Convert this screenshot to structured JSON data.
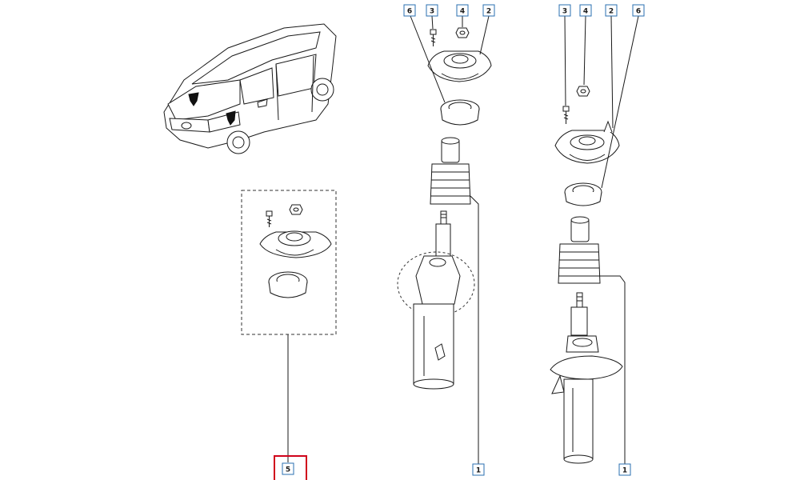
{
  "callouts": {
    "left_kit": {
      "code": "5",
      "highlight": "#d0021b"
    },
    "center": {
      "c6": "6",
      "c3": "3",
      "c4": "4",
      "c2": "2",
      "c1": "1"
    },
    "right": {
      "c3": "3",
      "c4": "4",
      "c2": "2",
      "c6": "6",
      "c1": "1"
    }
  },
  "colors": {
    "callout_border": "#2a6fb0",
    "line": "#1a1a1a",
    "selected": "#d0021b"
  }
}
